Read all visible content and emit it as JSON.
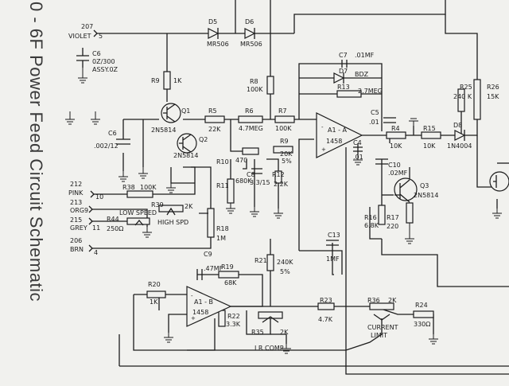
{
  "title": "0 - 6F Power Feed Circuit Schematic",
  "wires": {
    "w207": "207",
    "violet": "VIOLET",
    "n5": "5",
    "w212": "212",
    "pink": "PINK",
    "n10": "10",
    "w213": "213",
    "org": "ORG",
    "n9": "9",
    "w215": "215",
    "grey": "GREY",
    "n11": "11",
    "w206": "206",
    "brn": "BRN",
    "n4": "4"
  },
  "components": {
    "d5": "D5",
    "d5v": "MR506",
    "d6": "D6",
    "d6v": "MR506",
    "c6c": "C6",
    "c6cv1": "0Z/300",
    "c6cv2": "ASSY.0Z",
    "r9": "R9",
    "r9v": "1K",
    "q1": "Q1",
    "q1v": "2N5814",
    "r5": "R5",
    "r5v": "22K",
    "r6": "R6",
    "r6v": "4.7MEG",
    "r7": "R7",
    "r7v": "100K",
    "r8": "R8",
    "r8v": "100K",
    "c7": "C7",
    "c7v": ".01MF",
    "d7": "D7",
    "d7v": "BDZ",
    "r13": "R13",
    "r13v": "2.7MEG",
    "c6": "C6",
    "c6v": ".002/12",
    "q2": "Q2",
    "q2v": "2N5814",
    "r10": "R10",
    "r10v": "470",
    "r11": "R11",
    "r11v": "680K",
    "c8": "C8",
    "c8v": "3.3/15",
    "r9b": "R9",
    "r9bv": "20K",
    "r9bv2": "5%",
    "r12": "R12",
    "r12v": "2.2K",
    "ua": "A1 - A",
    "uav": "1458",
    "c5": "C5",
    "c5v": ".01",
    "c4": "C4",
    "c4v": ".01",
    "r4": "R4",
    "r4v": "10K",
    "r15": "R15",
    "r15v": "10K",
    "d8": "D8",
    "d8v": "1N4004",
    "r25": "R25",
    "r25v": "240 K",
    "r26": "R26",
    "r26v": "15K",
    "c10": "C10",
    "c10v": ".02MF",
    "q3": "Q3",
    "q3v": "2N5814",
    "r16": "R16",
    "r16v": "6.8K",
    "r17": "R17",
    "r17v": "220",
    "r38": "R38",
    "r38v": "100K",
    "r39": "R39",
    "r39v": "2K",
    "low": "LOW SPEED",
    "high": "HIGH SPD",
    "r44": "R44",
    "r44v": "250Ω",
    "r18": "R18",
    "r18v": "1M",
    "r21": "R21",
    "r21v": "240K",
    "r21v2": "5%",
    "c13": "C13",
    "c13v": "1MF",
    "c9": "C9",
    "c9v": ".47MF",
    "r19": "R19",
    "r19v": "68K",
    "r20": "R20",
    "r20v": "1K",
    "ub": "A1 - B",
    "ubv": "1458",
    "r22": "R22",
    "r22v": "3.3K",
    "r35": "R35",
    "r35v": "2K",
    "ircomp": "I R COMP",
    "r23": "R23",
    "r23v": "4.7K",
    "r36": "R36",
    "r36v": "2K",
    "curr": "CURRENT",
    "limit": "LIMIT",
    "r24": "R24",
    "r24v": "330Ω"
  }
}
